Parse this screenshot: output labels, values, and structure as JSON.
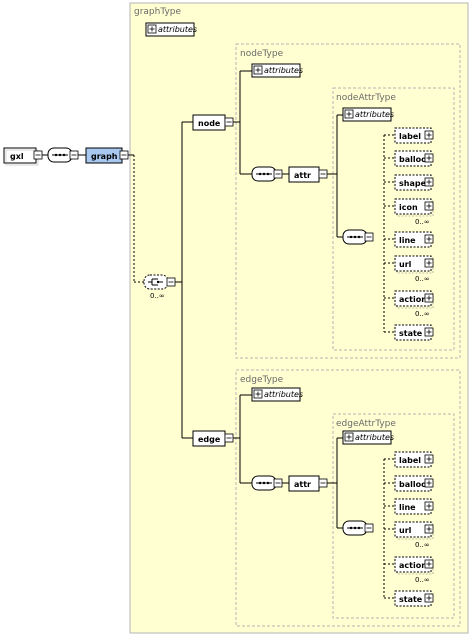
{
  "diagram": {
    "root": "gxl",
    "graph": {
      "name": "graph",
      "type_label": "graphType",
      "attributes_label": "attributes",
      "choice_occurrence": "0..∞"
    },
    "node": {
      "name": "node",
      "type_label": "nodeType",
      "attributes_label": "attributes",
      "attr_name": "attr",
      "attr_type_label": "nodeAttrType",
      "attr_attributes_label": "attributes",
      "children": [
        {
          "name": "label",
          "occurrence": ""
        },
        {
          "name": "balloon",
          "occurrence": ""
        },
        {
          "name": "shape",
          "occurrence": ""
        },
        {
          "name": "icon",
          "occurrence": "0..∞"
        },
        {
          "name": "line",
          "occurrence": ""
        },
        {
          "name": "url",
          "occurrence": "0..∞"
        },
        {
          "name": "action",
          "occurrence": "0..∞"
        },
        {
          "name": "state",
          "occurrence": ""
        }
      ]
    },
    "edge": {
      "name": "edge",
      "type_label": "edgeType",
      "attributes_label": "attributes",
      "attr_name": "attr",
      "attr_type_label": "edgeAttrType",
      "attr_attributes_label": "attributes",
      "children": [
        {
          "name": "label",
          "occurrence": ""
        },
        {
          "name": "balloon",
          "occurrence": ""
        },
        {
          "name": "line",
          "occurrence": ""
        },
        {
          "name": "url",
          "occurrence": "0..∞"
        },
        {
          "name": "action",
          "occurrence": "0..∞"
        },
        {
          "name": "state",
          "occurrence": ""
        }
      ]
    },
    "colors": {
      "type_fill": "#ffffd2",
      "type_border": "#b5b5b5",
      "element_fill": "#ffffff",
      "selected_fill": "#a8c8ef",
      "line": "#000000"
    }
  }
}
